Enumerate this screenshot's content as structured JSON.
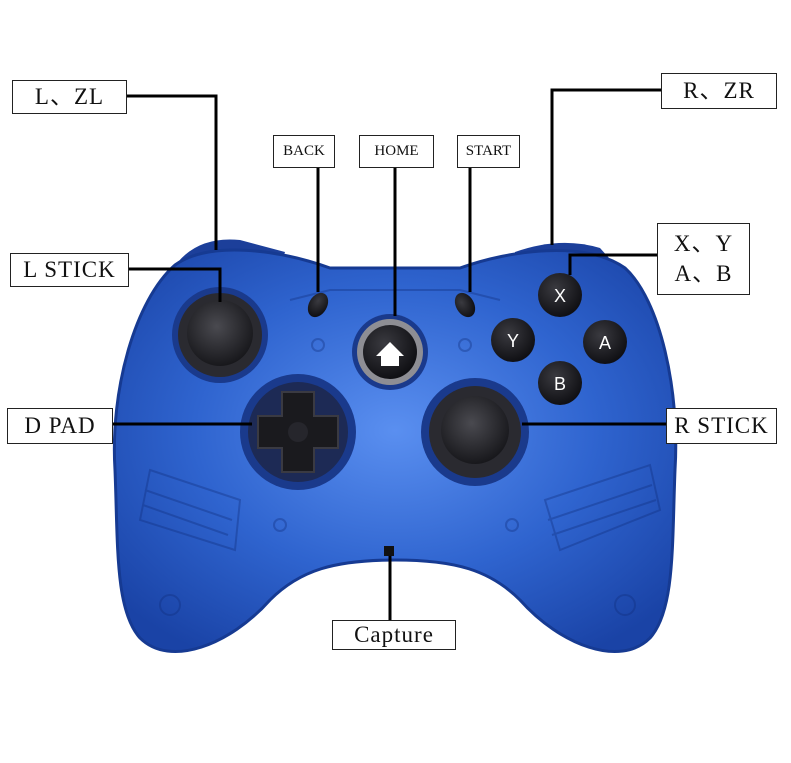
{
  "labels": {
    "l_zl": "L、ZL",
    "r_zr": "R、ZR",
    "back": "BACK",
    "home": "HOME",
    "start": "START",
    "xyab_line1": "X、Y",
    "xyab_line2": "A、B",
    "l_stick": "L STICK",
    "d_pad": "D PAD",
    "r_stick": "R STICK",
    "capture": "Capture"
  },
  "face_buttons": {
    "x": "X",
    "y": "Y",
    "a": "A",
    "b": "B"
  },
  "colors": {
    "controller_blue": "#2f5fc4",
    "controller_dark_blue": "#173f9e",
    "button_black": "#1e1e22"
  }
}
